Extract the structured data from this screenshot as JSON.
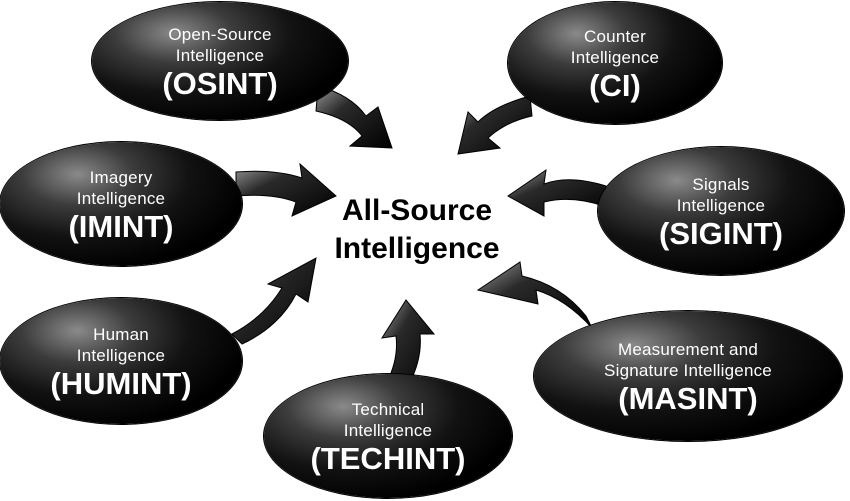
{
  "center": {
    "line1": "All-Source",
    "line2": "Intelligence"
  },
  "sources": [
    {
      "id": "osint",
      "lines": [
        "Open-Source",
        "Intelligence"
      ],
      "abbr": "(OSINT)"
    },
    {
      "id": "ci",
      "lines": [
        "Counter",
        "Intelligence"
      ],
      "abbr": "(CI)"
    },
    {
      "id": "imint",
      "lines": [
        "Imagery",
        "Intelligence"
      ],
      "abbr": "(IMINT)"
    },
    {
      "id": "sigint",
      "lines": [
        "Signals",
        "Intelligence"
      ],
      "abbr": "(SIGINT)"
    },
    {
      "id": "humint",
      "lines": [
        "Human",
        "Intelligence"
      ],
      "abbr": "(HUMINT)"
    },
    {
      "id": "masint",
      "lines": [
        "Measurement and",
        "Signature Intelligence"
      ],
      "abbr": "(MASINT)"
    },
    {
      "id": "techint",
      "lines": [
        "Technical",
        "Intelligence"
      ],
      "abbr": "(TECHINT)"
    }
  ],
  "colors": {
    "node_fill": "#000000",
    "node_text": "#ffffff",
    "arrow_fill": "#111111",
    "background": "#ffffff"
  }
}
